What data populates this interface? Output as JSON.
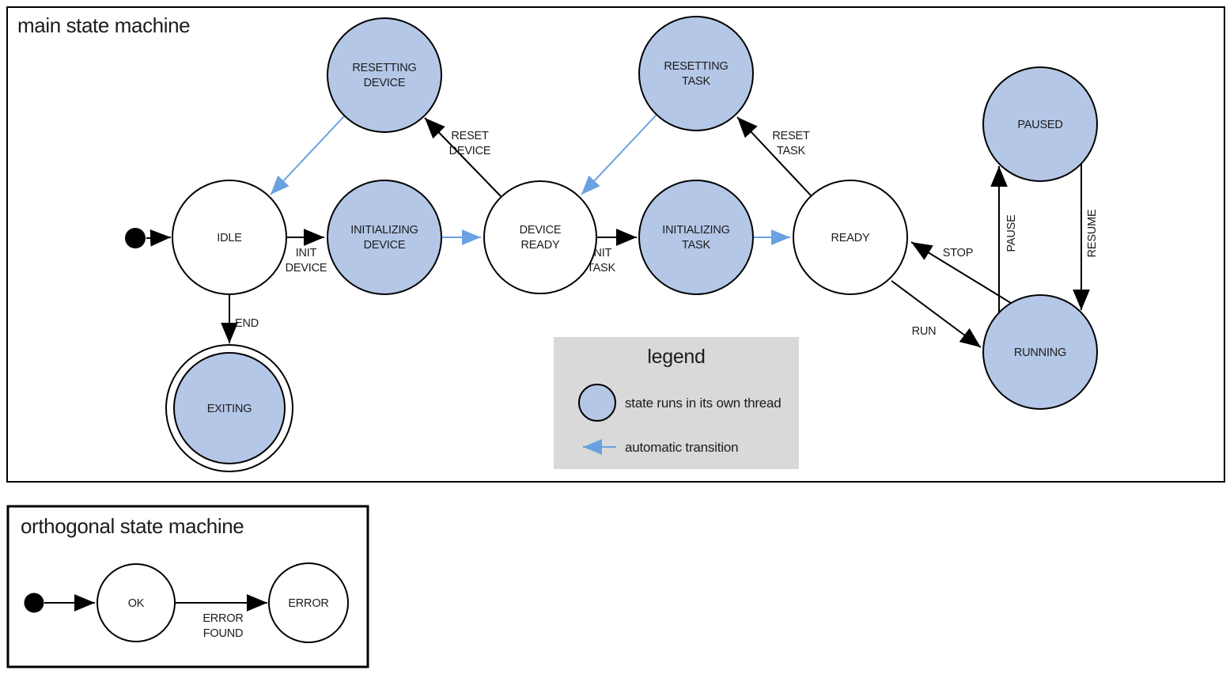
{
  "main": {
    "title": "main state machine",
    "states": {
      "idle": [
        "IDLE"
      ],
      "resetting_device": [
        "RESETTING",
        "DEVICE"
      ],
      "initializing_device": [
        "INITIALIZING",
        "DEVICE"
      ],
      "device_ready": [
        "DEVICE",
        "READY"
      ],
      "resetting_task": [
        "RESETTING",
        "TASK"
      ],
      "initializing_task": [
        "INITIALIZING",
        "TASK"
      ],
      "ready": [
        "READY"
      ],
      "paused": [
        "PAUSED"
      ],
      "running": [
        "RUNNING"
      ],
      "exiting": [
        "EXITING"
      ]
    },
    "transitions": {
      "init_device": [
        "INIT",
        "DEVICE"
      ],
      "reset_device": [
        "RESET",
        "DEVICE"
      ],
      "init_task": [
        "INIT",
        "TASK"
      ],
      "reset_task": [
        "RESET",
        "TASK"
      ],
      "stop": [
        "STOP"
      ],
      "run": [
        "RUN"
      ],
      "pause": [
        "PAUSE"
      ],
      "resume": [
        "RESUME"
      ],
      "end": [
        "END"
      ]
    },
    "legend": {
      "title": "legend",
      "items": [
        {
          "label": "state runs in its own thread"
        },
        {
          "label": "automatic transition"
        }
      ]
    }
  },
  "orthogonal": {
    "title": "orthogonal state machine",
    "states": {
      "ok": [
        "OK"
      ],
      "error": [
        "ERROR"
      ]
    },
    "transitions": {
      "error_found": [
        "ERROR",
        "FOUND"
      ]
    }
  },
  "colors": {
    "thread_state_fill": "#b4c7e7",
    "auto_transition_arrow": "#6aa1e0",
    "normal_arrow": "#000000",
    "legend_background": "#d9d9d9",
    "node_stroke": "#000000"
  }
}
